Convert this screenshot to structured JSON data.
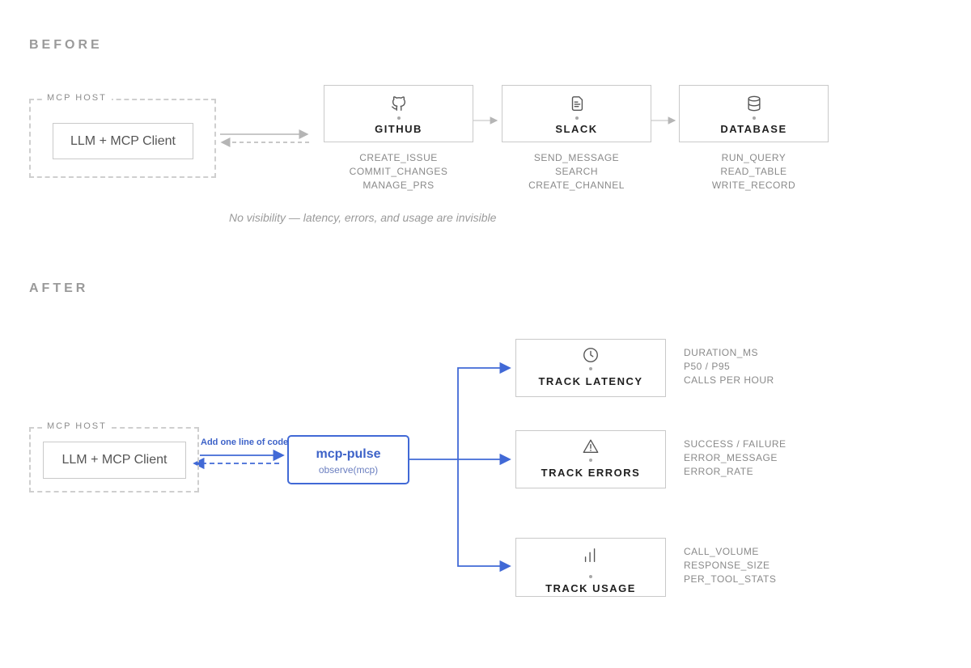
{
  "before": {
    "title": "BEFORE",
    "host_label": "MCP HOST",
    "client_label": "LLM + MCP Client",
    "servers": [
      {
        "icon": "github-icon",
        "label": "GITHUB",
        "tools": [
          "CREATE_ISSUE",
          "COMMIT_CHANGES",
          "MANAGE_PRS"
        ]
      },
      {
        "icon": "document-icon",
        "label": "SLACK",
        "tools": [
          "SEND_MESSAGE",
          "SEARCH",
          "CREATE_CHANNEL"
        ]
      },
      {
        "icon": "database-icon",
        "label": "DATABASE",
        "tools": [
          "RUN_QUERY",
          "READ_TABLE",
          "WRITE_RECORD"
        ]
      }
    ],
    "caption": "No visibility — latency, errors, and usage are invisible"
  },
  "after": {
    "title": "AFTER",
    "host_label": "MCP HOST",
    "client_label": "LLM + MCP Client",
    "connector_label": "Add one line of code",
    "pulse": {
      "name": "mcp-pulse",
      "code": "observe(mcp)"
    },
    "trackers": [
      {
        "icon": "clock-icon",
        "label": "TRACK LATENCY",
        "metrics": [
          "DURATION_MS",
          "P50 / P95",
          "CALLS PER HOUR"
        ]
      },
      {
        "icon": "warning-icon",
        "label": "TRACK ERRORS",
        "metrics": [
          "SUCCESS / FAILURE",
          "ERROR_MESSAGE",
          "ERROR_RATE"
        ]
      },
      {
        "icon": "bar-chart-icon",
        "label": "TRACK USAGE",
        "metrics": [
          "CALL_VOLUME",
          "RESPONSE_SIZE",
          "PER_TOOL_STATS"
        ]
      }
    ]
  },
  "colors": {
    "accent": "#4169d6",
    "muted": "#9a9a9a",
    "border": "#c9c9c9"
  }
}
